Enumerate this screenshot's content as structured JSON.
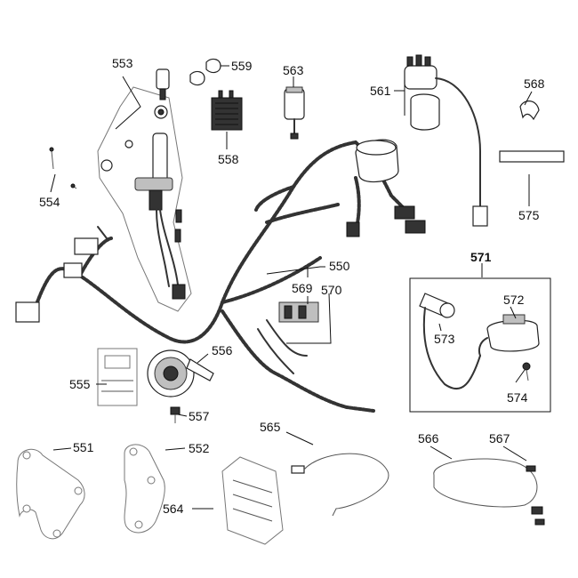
{
  "labels": {
    "p550": "550",
    "p551": "551",
    "p552": "552",
    "p553": "553",
    "p554": "554",
    "p555": "555",
    "p556": "556",
    "p557": "557",
    "p558": "558",
    "p559": "559",
    "p561": "561",
    "p563": "563",
    "p564": "564",
    "p565": "565",
    "p566": "566",
    "p567": "567",
    "p568": "568",
    "p569": "569",
    "p570": "570",
    "p571": "571",
    "p572": "572",
    "p573": "573",
    "p574": "574",
    "p575": "575"
  },
  "colors": {
    "background": "#ffffff",
    "ink": "#111111"
  }
}
